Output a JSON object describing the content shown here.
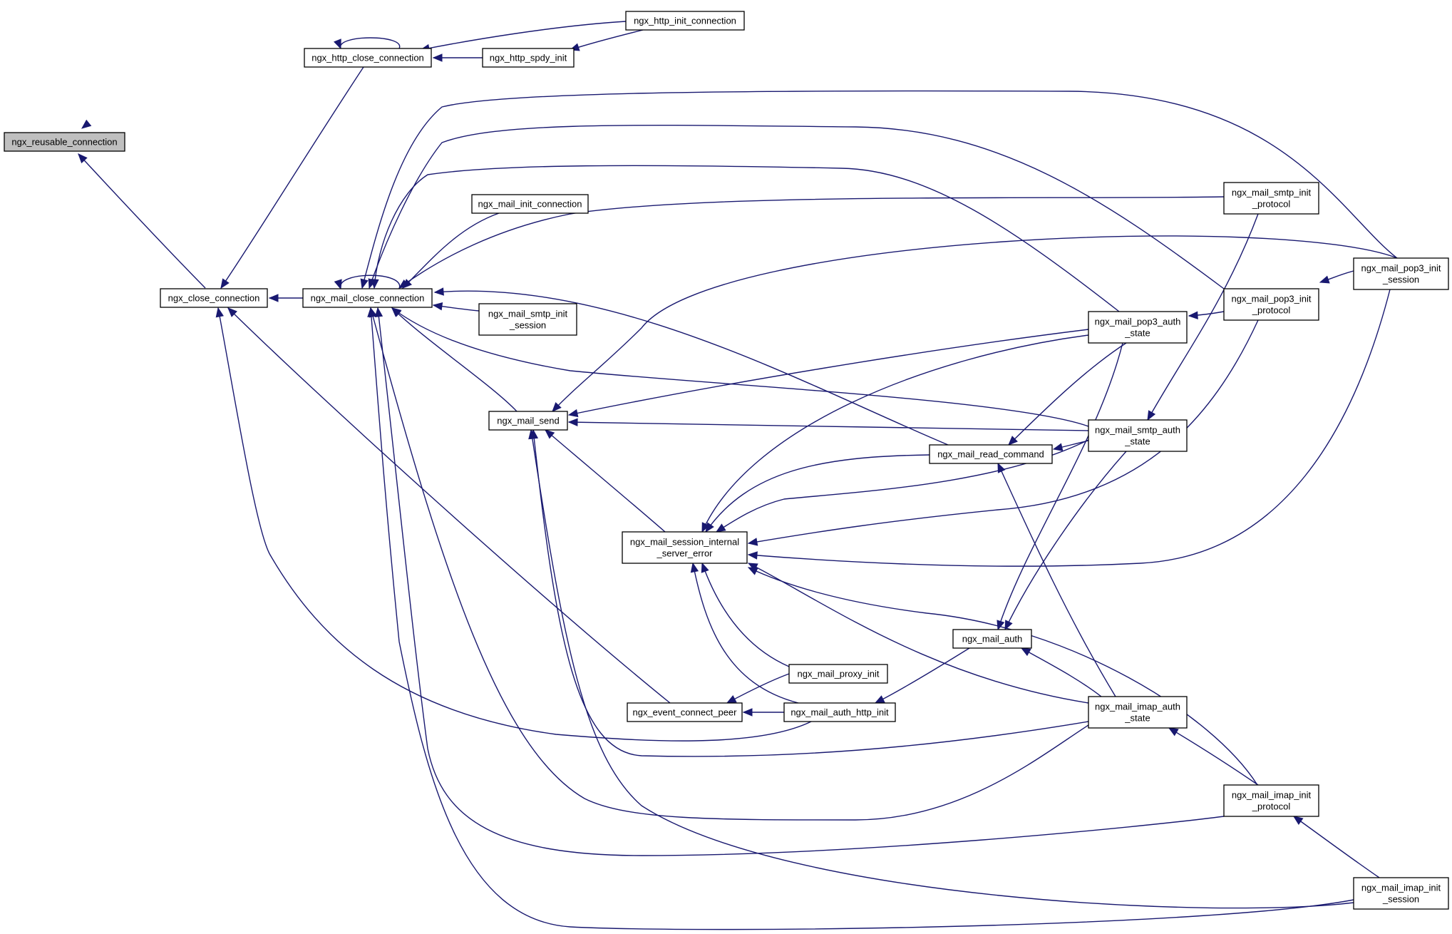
{
  "diagram": {
    "nodes": [
      {
        "id": "reusable",
        "lines": [
          "ngx_reusable_connection"
        ],
        "root": true
      },
      {
        "id": "http_close",
        "lines": [
          "ngx_http_close_connection"
        ]
      },
      {
        "id": "http_init",
        "lines": [
          "ngx_http_init_connection"
        ]
      },
      {
        "id": "spdy_init",
        "lines": [
          "ngx_http_spdy_init"
        ]
      },
      {
        "id": "close_conn",
        "lines": [
          "ngx_close_connection"
        ]
      },
      {
        "id": "mail_close",
        "lines": [
          "ngx_mail_close_connection"
        ]
      },
      {
        "id": "mail_init_conn",
        "lines": [
          "ngx_mail_init_connection"
        ]
      },
      {
        "id": "smtp_init_session",
        "lines": [
          "ngx_mail_smtp_init",
          "_session"
        ]
      },
      {
        "id": "mail_send",
        "lines": [
          "ngx_mail_send"
        ]
      },
      {
        "id": "session_error",
        "lines": [
          "ngx_mail_session_internal",
          "_server_error"
        ]
      },
      {
        "id": "event_connect",
        "lines": [
          "ngx_event_connect_peer"
        ]
      },
      {
        "id": "proxy_init",
        "lines": [
          "ngx_mail_proxy_init"
        ]
      },
      {
        "id": "auth_http_init",
        "lines": [
          "ngx_mail_auth_http_init"
        ]
      },
      {
        "id": "mail_auth",
        "lines": [
          "ngx_mail_auth"
        ]
      },
      {
        "id": "read_command",
        "lines": [
          "ngx_mail_read_command"
        ]
      },
      {
        "id": "pop3_auth",
        "lines": [
          "ngx_mail_pop3_auth",
          "_state"
        ]
      },
      {
        "id": "smtp_auth",
        "lines": [
          "ngx_mail_smtp_auth",
          "_state"
        ]
      },
      {
        "id": "imap_auth",
        "lines": [
          "ngx_mail_imap_auth",
          "_state"
        ]
      },
      {
        "id": "smtp_init_proto",
        "lines": [
          "ngx_mail_smtp_init",
          "_protocol"
        ]
      },
      {
        "id": "pop3_init_proto",
        "lines": [
          "ngx_mail_pop3_init",
          "_protocol"
        ]
      },
      {
        "id": "pop3_init_session",
        "lines": [
          "ngx_mail_pop3_init",
          "_session"
        ]
      },
      {
        "id": "imap_init_proto",
        "lines": [
          "ngx_mail_imap_init",
          "_protocol"
        ]
      },
      {
        "id": "imap_init_session",
        "lines": [
          "ngx_mail_imap_init",
          "_session"
        ]
      }
    ],
    "edges": [
      {
        "from": "http_init",
        "to": "reusable"
      },
      {
        "from": "close_conn",
        "to": "reusable"
      },
      {
        "from": "http_close",
        "to": "http_close"
      },
      {
        "from": "http_init",
        "to": "http_close"
      },
      {
        "from": "spdy_init",
        "to": "http_close"
      },
      {
        "from": "http_init",
        "to": "spdy_init"
      },
      {
        "from": "http_close",
        "to": "close_conn"
      },
      {
        "from": "mail_close",
        "to": "close_conn"
      },
      {
        "from": "event_connect",
        "to": "close_conn"
      },
      {
        "from": "auth_http_init",
        "to": "close_conn"
      },
      {
        "from": "mail_close",
        "to": "mail_close"
      },
      {
        "from": "mail_init_conn",
        "to": "mail_close"
      },
      {
        "from": "smtp_init_session",
        "to": "mail_close"
      },
      {
        "from": "mail_send",
        "to": "mail_close"
      },
      {
        "from": "read_command",
        "to": "mail_close"
      },
      {
        "from": "pop3_auth",
        "to": "mail_close"
      },
      {
        "from": "smtp_auth",
        "to": "mail_close"
      },
      {
        "from": "imap_auth",
        "to": "mail_close"
      },
      {
        "from": "smtp_init_proto",
        "to": "mail_close"
      },
      {
        "from": "pop3_init_proto",
        "to": "mail_close"
      },
      {
        "from": "pop3_init_session",
        "to": "mail_close"
      },
      {
        "from": "imap_init_proto",
        "to": "mail_close"
      },
      {
        "from": "imap_init_session",
        "to": "mail_close"
      },
      {
        "from": "pop3_auth",
        "to": "mail_send"
      },
      {
        "from": "smtp_auth",
        "to": "mail_send"
      },
      {
        "from": "imap_auth",
        "to": "mail_send"
      },
      {
        "from": "pop3_init_session",
        "to": "mail_send"
      },
      {
        "from": "imap_init_session",
        "to": "mail_send"
      },
      {
        "from": "session_error",
        "to": "mail_send"
      },
      {
        "from": "read_command",
        "to": "session_error"
      },
      {
        "from": "pop3_auth",
        "to": "session_error"
      },
      {
        "from": "smtp_auth",
        "to": "session_error"
      },
      {
        "from": "imap_auth",
        "to": "session_error"
      },
      {
        "from": "pop3_init_proto",
        "to": "session_error"
      },
      {
        "from": "pop3_init_session",
        "to": "session_error"
      },
      {
        "from": "imap_init_proto",
        "to": "session_error"
      },
      {
        "from": "proxy_init",
        "to": "session_error"
      },
      {
        "from": "auth_http_init",
        "to": "session_error"
      },
      {
        "from": "proxy_init",
        "to": "event_connect"
      },
      {
        "from": "auth_http_init",
        "to": "event_connect"
      },
      {
        "from": "mail_auth",
        "to": "auth_http_init"
      },
      {
        "from": "pop3_auth",
        "to": "mail_auth"
      },
      {
        "from": "smtp_auth",
        "to": "mail_auth"
      },
      {
        "from": "imap_auth",
        "to": "mail_auth"
      },
      {
        "from": "pop3_auth",
        "to": "read_command"
      },
      {
        "from": "smtp_auth",
        "to": "read_command"
      },
      {
        "from": "imap_auth",
        "to": "read_command"
      },
      {
        "from": "pop3_init_proto",
        "to": "pop3_auth"
      },
      {
        "from": "smtp_init_proto",
        "to": "smtp_auth"
      },
      {
        "from": "imap_init_proto",
        "to": "imap_auth"
      },
      {
        "from": "pop3_init_session",
        "to": "pop3_init_proto"
      },
      {
        "from": "imap_init_session",
        "to": "imap_init_proto"
      }
    ]
  },
  "colors": {
    "edge": "#191970",
    "root_fill": "#bfbfbf",
    "node_fill": "#ffffff",
    "node_stroke": "#000000"
  }
}
